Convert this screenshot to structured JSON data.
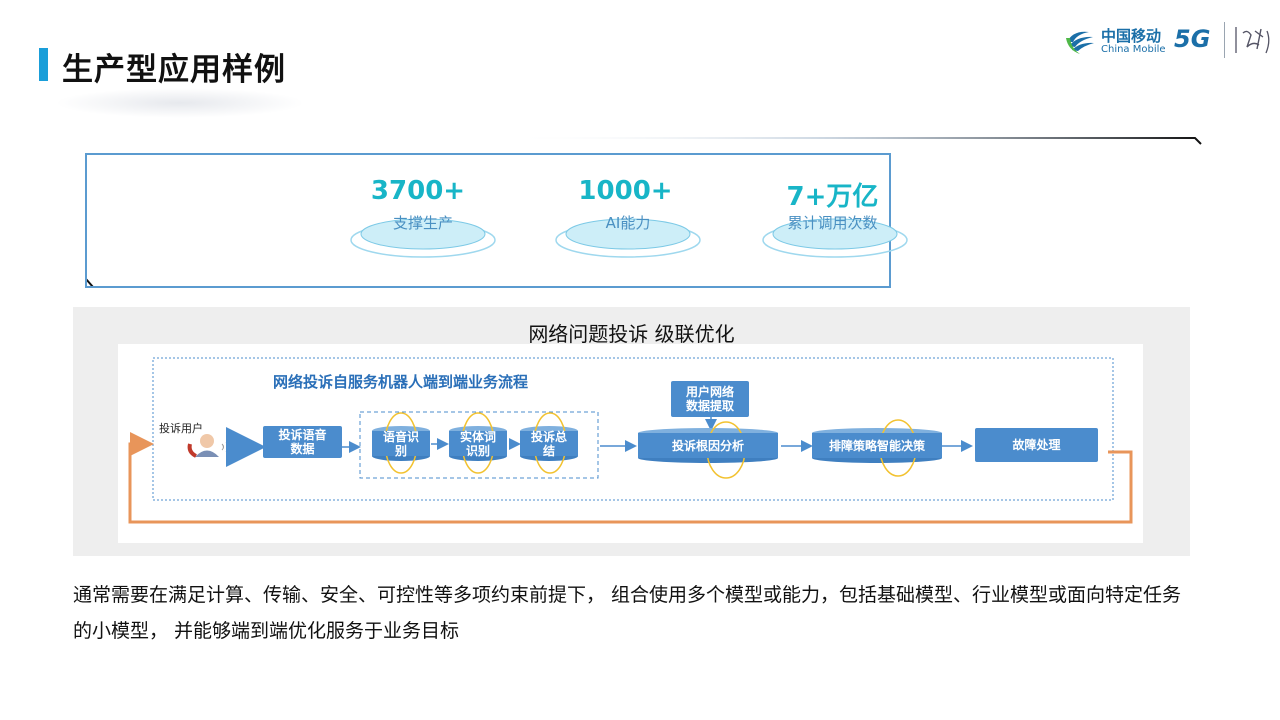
{
  "header": {
    "title": "生产型应用样例"
  },
  "logo": {
    "name_cn": "中国移动",
    "name_en": "China Mobile",
    "badge": "5G"
  },
  "stats": [
    {
      "value": "3700+",
      "label": "支撑生产"
    },
    {
      "value": "1000+",
      "label": "AI能力"
    },
    {
      "value": "7+万亿",
      "label": "累计调用次数"
    }
  ],
  "flow": {
    "heading": "网络问题投诉 级联优化",
    "diagram_title": "网络投诉自服务机器人端到端业务流程",
    "user_label": "投诉用户",
    "steps": {
      "voice_data": "投诉语音数据",
      "speech_recognition": "语音识别",
      "entity_recognition": "实体词识别",
      "summary": "投诉总结",
      "user_data": "用户网络数据提取",
      "root_cause": "投诉根因分析",
      "strategy": "排障策略智能决策",
      "handling": "故障处理"
    }
  },
  "description": "通常需要在满足计算、传输、安全、可控性等多项约束前提下， 组合使用多个模型或能力，包括基础模型、行业模型或面向特定任务的小模型， 并能够端到端优化服务于业务目标",
  "colors": {
    "accent": "#1a9ed9",
    "stat_number": "#18b5c7",
    "flow_box": "#4b8ccd",
    "loop_arrow": "#e8955a",
    "spinner": "#f2c230"
  }
}
